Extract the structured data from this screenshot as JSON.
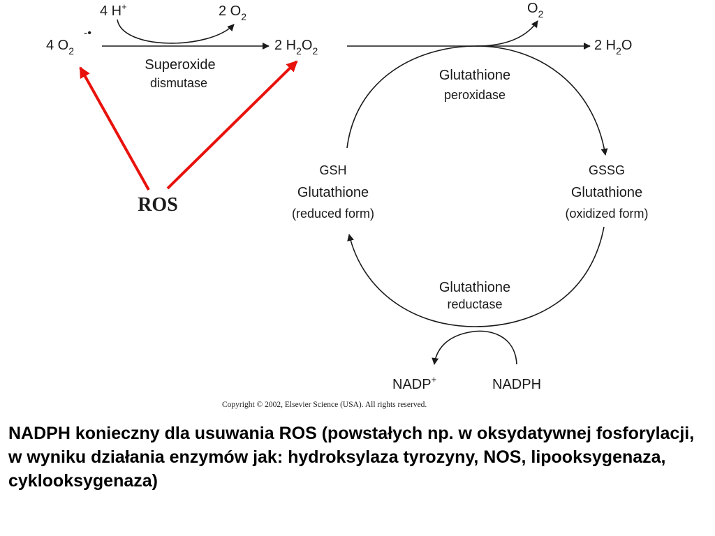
{
  "reaction_top_left": {
    "reactant": "4 O",
    "reactant_sub": "2",
    "reactant_sup": "-•",
    "product": "2 H",
    "product_sub1": "2",
    "product_mid": "O",
    "product_sub2": "2",
    "co_reactant": "4 H",
    "co_reactant_sup": "+",
    "co_product": "2 O",
    "co_product_sub": "2",
    "enzyme_line1": "Superoxide",
    "enzyme_line2": "dismutase"
  },
  "reaction_top_right": {
    "released": "O",
    "released_sub": "2",
    "product": "2 H",
    "product_sub": "2",
    "product_end": "O"
  },
  "ros_label": "ROS",
  "glutathione_peroxidase": {
    "line1": "Glutathione",
    "line2": "peroxidase"
  },
  "gsh": {
    "abbr": "GSH",
    "name": "Glutathione",
    "form": "(reduced form)"
  },
  "gssg": {
    "abbr": "GSSG",
    "name": "Glutathione",
    "form": "(oxidized form)"
  },
  "glutathione_reductase": {
    "line1": "Glutathione",
    "line2": "reductase"
  },
  "nadp": {
    "text": "NADP",
    "sup": "+"
  },
  "nadph": "NADPH",
  "copyright": "Copyright © 2002, Elsevier Science (USA). All rights reserved.",
  "caption": "NADPH  konieczny dla usuwania ROS (powstałych np. w oksydatywnej fosforylacji, w wyniku działania enzymów jak: hydroksylaza tyrozyny, NOS, lipooksygenaza, cyklooksygenaza)",
  "colors": {
    "ros_arrow": "#e8120c",
    "ink": "#1a1a1a"
  }
}
